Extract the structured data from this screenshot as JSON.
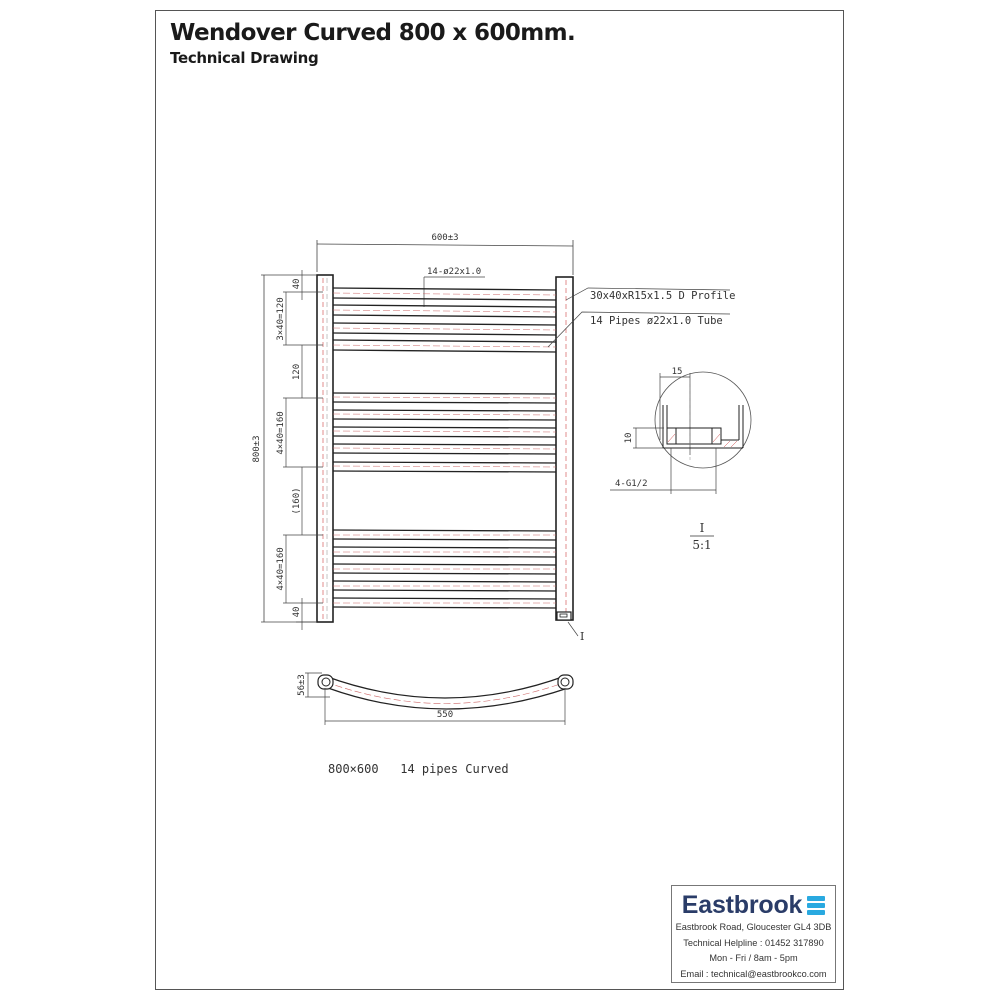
{
  "header": {
    "title": "Wendover Curved 800 x 600mm.",
    "subtitle": "Technical Drawing"
  },
  "front_view": {
    "width_dimension": "600±3",
    "height_dimension": "800±3",
    "pipe_callout": "14-ø22x1.0",
    "rail_label": "30x40xR15x1.5 D Profile",
    "pipe_label": "14 Pipes ø22x1.0 Tube",
    "section_marker": "I",
    "spacing_dimensions": [
      "40",
      "3×40=120",
      "120",
      "4×40=160",
      "(160)",
      "4×40=160",
      "40"
    ],
    "pipe_groups": [
      4,
      5,
      5
    ]
  },
  "detail_view": {
    "width_dimension": "15",
    "height_dimension": "10",
    "thread_label": "4-G1/2",
    "section_id": "I",
    "scale": "5:1"
  },
  "top_view": {
    "depth_dimension": "56±3",
    "centres_dimension": "550"
  },
  "model_caption": "800×600   14 pipes Curved",
  "info_box": {
    "brand": "Eastbrook",
    "brand_color": "#2a3c68",
    "logo_color": "#29a9e0",
    "address": "Eastbrook Road, Gloucester GL4 3DB",
    "helpline": "Technical Helpline : 01452 317890",
    "hours": "Mon - Fri / 8am - 5pm",
    "email": "Email : technical@eastbrookco.com"
  }
}
